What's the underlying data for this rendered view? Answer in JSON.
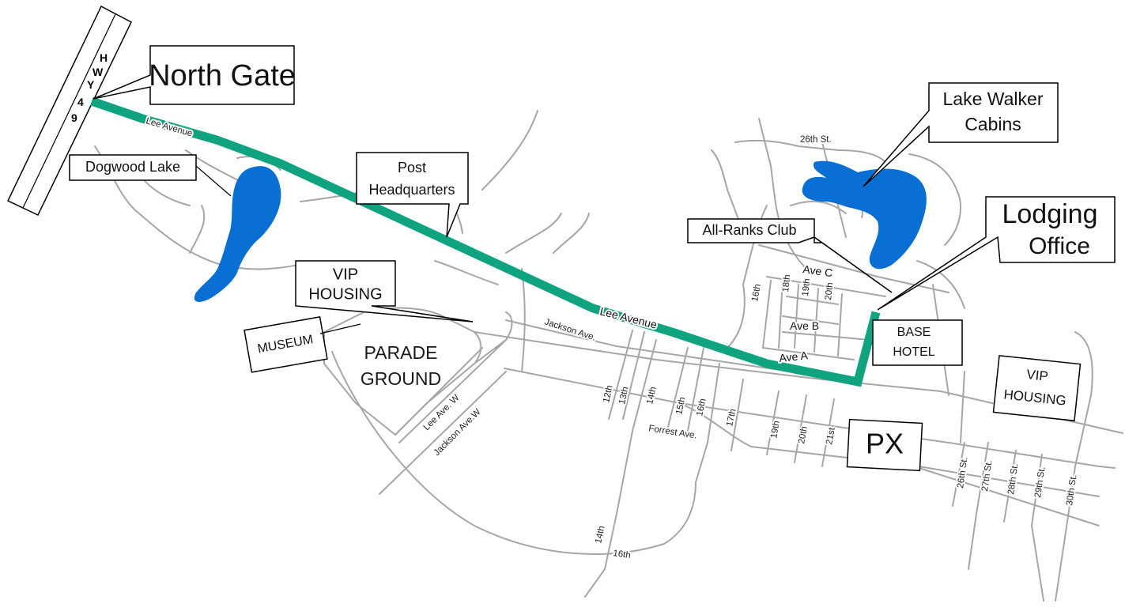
{
  "map": {
    "colors": {
      "route": "#10a37f",
      "water": "#0a6fd3",
      "road": "#a6a6a6"
    },
    "highway": {
      "label": "HWY 49"
    },
    "streets": {
      "lee_avenue_1": "Lee Avenue",
      "lee_avenue_2": "Lee Avenue",
      "jackson_ave": "Jackson Ave.",
      "forrest_ave": "Forrest Ave.",
      "lee_ave_w": "Lee Ave. W",
      "jackson_ave_w": "Jackson Ave.W",
      "ave_a": "Ave A",
      "ave_b": "Ave B",
      "ave_c": "Ave C",
      "s26th_north": "26th St.",
      "s12th": "12th",
      "s13th": "13th",
      "s14th": "14th",
      "s14th_south": "14th",
      "s15th": "15th",
      "s16th": "16th",
      "s16th_north": "16th",
      "s16th_south": "16th",
      "s17th": "17th",
      "s18th": "18th",
      "s19th": "19th",
      "s19th_north": "19th",
      "s20th": "20th",
      "s20th_north": "20th",
      "s21st": "21st",
      "s26th": "26th St.",
      "s27th": "27th St.",
      "s28th": "28th St.",
      "s29th": "29th St.",
      "s30th": "30th St."
    },
    "areas": {
      "parade_line1": "PARADE",
      "parade_line2": "GROUND"
    },
    "callouts": {
      "north_gate": "North Gate",
      "dogwood_lake": "Dogwood Lake",
      "post_hq_line1": "Post",
      "post_hq_line2": "Headquarters",
      "vip_housing_west_line1": "VIP",
      "vip_housing_west_line2": "HOUSING",
      "museum": "MUSEUM",
      "lake_walker_line1": "Lake Walker",
      "lake_walker_line2": "Cabins",
      "lodging_line1": "Lodging",
      "lodging_line2": "Office",
      "all_ranks_club": "All-Ranks Club",
      "base_hotel_line1": "BASE",
      "base_hotel_line2": "HOTEL",
      "vip_housing_east_line1": "VIP",
      "vip_housing_east_line2": "HOUSING",
      "px": "PX"
    }
  }
}
